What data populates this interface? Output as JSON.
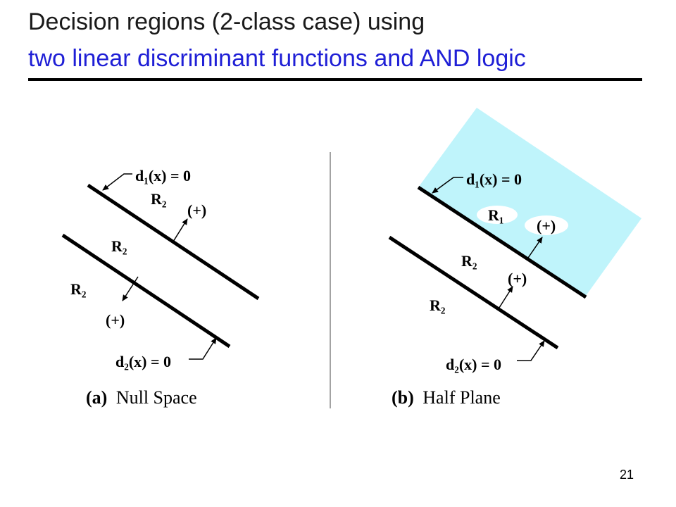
{
  "title": {
    "line1": "Decision regions (2-class case) using",
    "line2": "two linear discriminant functions and AND logic",
    "line2_color": "#1f1fd6"
  },
  "page_number": "21",
  "region_highlight_color": "#bff4fb",
  "panel_a": {
    "d1_label": "d₁(x) = 0",
    "d2_label": "d₂(x) = 0",
    "region_top": "R₂",
    "region_middle": "R₂",
    "region_bottom": "R₂",
    "plus_upper": "(+)",
    "plus_lower": "(+)",
    "caption_letter": "(a)",
    "caption_text": "Null Space"
  },
  "panel_b": {
    "d1_label": "d₁(x) = 0",
    "d2_label": "d₂(x) = 0",
    "region_top": "R₁",
    "region_middle": "R₂",
    "region_bottom": "R₂",
    "plus_upper": "(+)",
    "plus_lower": "(+)",
    "caption_letter": "(b)",
    "caption_text": "Half Plane"
  }
}
